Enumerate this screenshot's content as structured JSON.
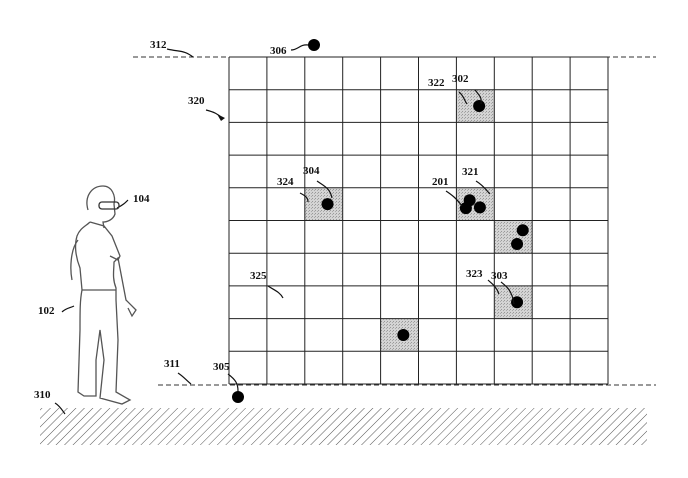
{
  "figure": {
    "labels": {
      "upper_boundary": "312",
      "lower_boundary": "311",
      "ground": "310",
      "grid": "320",
      "person": "102",
      "headset": "104",
      "object_top": "306",
      "object_bottom": "305",
      "object_a": "302",
      "cell_a": "322",
      "object_b": "304",
      "cell_b": "324",
      "object_group": "201",
      "cell_group": "321",
      "object_c": "303",
      "cell_c": "323",
      "empty_cell": "325"
    },
    "grid": {
      "columns": 10,
      "rows": 10
    },
    "shaded_cells": [
      {
        "col": 6,
        "row": 1,
        "dots": 1
      },
      {
        "col": 2,
        "row": 4,
        "dots": 1
      },
      {
        "col": 6,
        "row": 4,
        "dots": 3
      },
      {
        "col": 7,
        "row": 5,
        "dots": 2
      },
      {
        "col": 7,
        "row": 7,
        "dots": 1
      },
      {
        "col": 4,
        "row": 8,
        "dots": 1
      }
    ],
    "colors": {
      "line": "#222222",
      "shade": "#c8c8c8",
      "dot": "#000000"
    }
  }
}
